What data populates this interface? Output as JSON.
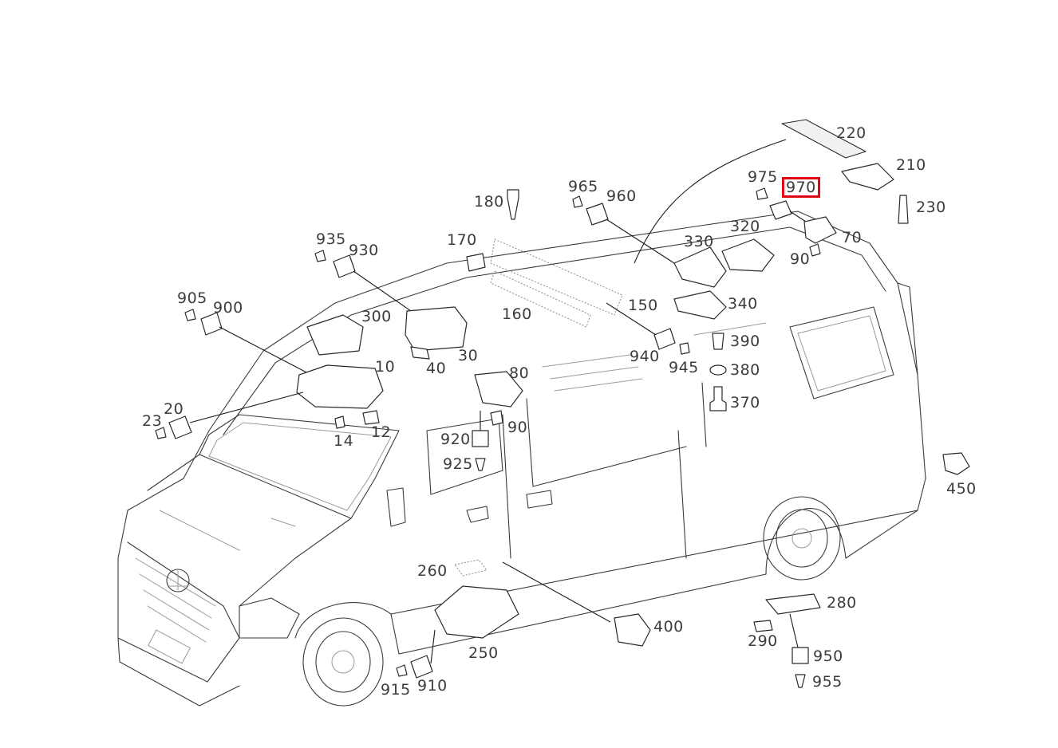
{
  "highlight_color": "#e30613",
  "highlighted_part": "970",
  "parts": {
    "p10": "10",
    "p12": "12",
    "p14": "14",
    "p20": "20",
    "p23": "23",
    "p30": "30",
    "p40": "40",
    "p70": "70",
    "p80": "80",
    "p90a": "90",
    "p90b": "90",
    "p150": "150",
    "p160": "160",
    "p170": "170",
    "p180": "180",
    "p210": "210",
    "p220": "220",
    "p230": "230",
    "p250": "250",
    "p260": "260",
    "p280": "280",
    "p290": "290",
    "p300": "300",
    "p320": "320",
    "p330": "330",
    "p340": "340",
    "p370": "370",
    "p380": "380",
    "p390": "390",
    "p400": "400",
    "p450": "450",
    "p900": "900",
    "p905": "905",
    "p910": "910",
    "p915": "915",
    "p920": "920",
    "p925": "925",
    "p930": "930",
    "p935": "935",
    "p940": "940",
    "p945": "945",
    "p950": "950",
    "p955": "955",
    "p960": "960",
    "p965": "965",
    "p970": "970",
    "p975": "975"
  }
}
